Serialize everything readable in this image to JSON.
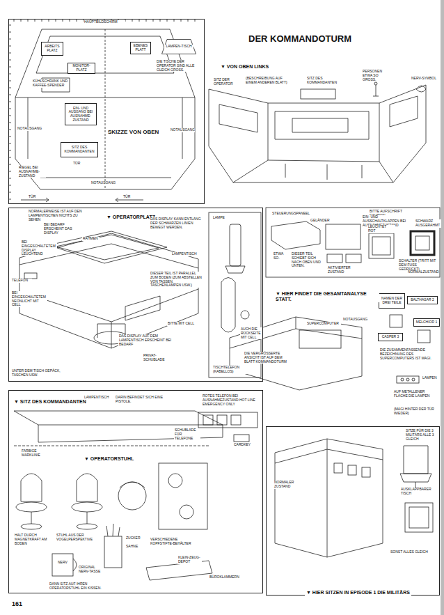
{
  "diagram": {
    "title": "DER KOMMANDOTURM",
    "nodes": [
      {
        "text": [
          "SKIZZE VON OBEN"
        ]
      },
      {
        "text": [
          "ARBEITS PLATZ"
        ],
        "in": 0
      },
      {
        "text": [
          "EBENES PLATT"
        ],
        "in": 0
      },
      {
        "text": [
          "LAMPEN-TISCH"
        ],
        "in": 0
      },
      {
        "text": [
          "MONITOR-PLATZ"
        ],
        "in": 0
      },
      {
        "text": [
          "EIN- UND AUSGANG BEI AUSNAHME-ZUSTAND"
        ],
        "in": 0
      },
      {
        "text": [
          "SITZ DES KOMMANDANTEN"
        ],
        "in": 0
      },
      {
        "text": [
          "▼ OPERATORPLATZ"
        ]
      },
      {
        "text": [
          "NAMEN DER DREI TEILE"
        ]
      },
      {
        "text": [
          "BALTHASAR 2"
        ]
      },
      {
        "text": [
          "MELCHIOR 1"
        ]
      },
      {
        "text": [
          "CASPER 3"
        ]
      },
      {
        "text": [
          "▼ SITZ DES KOMMANDANTEN"
        ]
      },
      {
        "text": [
          "▼ HIER SITZEN IN EPISODE 1 DIE MILITÄRS"
        ]
      }
    ],
    "labels": [
      "HAUPTBILDSCHIRM",
      "KÜHLSCHRANK UND KAFFEE-SPENDER",
      "DIE TISCHE DER OPERATOR SIND ALLE GLEICH GROSS.",
      "NOTAUSGANG",
      "NOTAUSGANG",
      "RIEGEL BEI AUSNAHME-ZUSTAND",
      "TÜR",
      "NOTAUSGANG",
      "TÜR",
      "TÜR",
      "▼ VON OBEN LINKS",
      "SITZ DES KOMMANDANTEN",
      "PERSONEN ETWA SO GROSS.",
      "NERV-SYMBOL",
      "SITZ DER OPERATOR",
      "(BESCHREIBUNG AUF EINEM ANDEREN BLATT)",
      "NORMALERWEISE IST AUF DEN LAMPENTISCHEN NICHTS ZU SEHEN",
      "BEI BEDARF ERSCHEINT DAS DISPLAY",
      "BEI EINGESCHALTETEM DISPLAY LEUCHTEND",
      "RAHMEN",
      "DAS DISPLAY KANN ENTLANG DER SCHWARZEN LINIEN BEWEGT WERDEN.",
      "LAMPENTISCH",
      "DIESER TEIL IST PARALLEL ZUM BODEN (ZUM ABSTELLEN VON TASSEN, TASCHENLAMPEN USW.)",
      "TELEFON",
      "BEI EINGESCHALTETEM NEONLICHT MIT CELL",
      "BITTE MIT CELL",
      "DAS DISPLAY AUF DEM LAMPENTISCH ERSCHEINT BEI BEDARF",
      "PRIVAT-SCHUBLADE",
      "UNTER DEM TISCH GEPÄCK, TASCHEN USW.",
      "LAMPE",
      "TISCHTELEFON (KABELLOS)",
      "AUCH DIE RÜCKSEITE MIT CELL",
      "BITTE AUFSCHRIFT CAUTION",
      "STEUERUNGSPANEEL",
      "GELÄNDER",
      "ETWA SO.",
      "EIN- UND AUSSCHALTKLAPPEN BEI AUSNAHMEZUSTAND",
      "LEUCHTET ROT",
      "SCHWARZ AUSGERAHMT",
      "SCHALTER (TRITT MIT DEM FUSS GEDRÜCKT)",
      "AKTIVIERTER ZUSTAND",
      "NORMALZUSTAND",
      "DIESER TEIL SCHIEBT SICH NACH OBEN UND UNTEN.",
      "▼ HIER FINDET DIE GESAMTANALYSE STATT.",
      "SUPERCOMPUTER",
      "NOTAUSGANG",
      "DIE VERGRÖSSERTE ANSICHT IST AUF DEM BLATT KOMMANDOTURM",
      "DIE ZUSAMMENFASSENDE BEZEICHNUNG DES SUPERCOMPUTERS IST MAGI.",
      "LAMPEN",
      "AUF METALLENER FLÄCHE DIE LAMPEN",
      "(MAGI HINTER DER TÜR WIEDER)",
      "LAMPENTISCH",
      "DARIN BEFINDET SICH EINE PISTOLE.",
      "ROTES TELEFON BEI AUSNAHMEZUSTAND HOT LINE EMERGENCY ONLY",
      "SCHUBLADE FÜR TELEFONE",
      "CARDKEY",
      "FARBIGE MARKLINIE",
      "▼ OPERATORSTUHL",
      "HALT DURCH MAGNETKRAFT AM BODEN",
      "STUHL AUS DER VOGELPERSPEKTIVE",
      "NERV",
      "ORIGINAL NERV-TASSE",
      "ZUCKER",
      "SAHNE",
      "KLEIN-ZEUG-DEPOT",
      "VERSCHIEDENE KOPFSTIFTE-BEHÄLTER",
      "BÜROKLAMMERN",
      "DANN SITZ AUF IHREN OPERATORSTUHL EIN KISSEN.",
      "SITZE FÜR DIE 3 MILITÄRS ALLE 3 GLEICH",
      "SONST ALLES GLEICH",
      "AUSKLAPPBARER TISCH",
      "NORMALER ZUSTAND",
      "161"
    ]
  }
}
